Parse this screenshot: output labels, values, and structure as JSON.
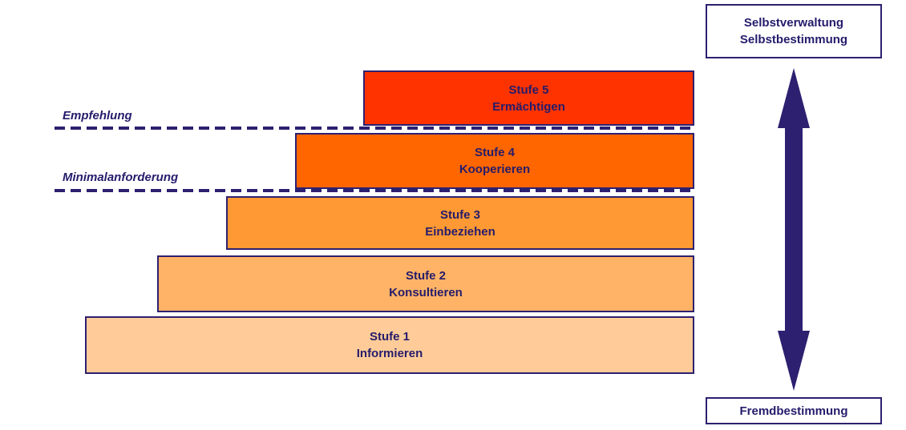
{
  "colors": {
    "navy": "#2D2070",
    "background": "#FFFFFF"
  },
  "steps": [
    {
      "title": "Stufe 5",
      "subtitle": "Ermächtigen",
      "color": "#FF3300"
    },
    {
      "title": "Stufe 4",
      "subtitle": "Kooperieren",
      "color": "#FF6600"
    },
    {
      "title": "Stufe 3",
      "subtitle": "Einbeziehen",
      "color": "#FF9933"
    },
    {
      "title": "Stufe 2",
      "subtitle": "Konsultieren",
      "color": "#FFB366"
    },
    {
      "title": "Stufe 1",
      "subtitle": "Informieren",
      "color": "#FFCC99"
    }
  ],
  "thresholds": [
    {
      "label": "Empfehlung"
    },
    {
      "label": "Minimalanforderung"
    }
  ],
  "right_panel": {
    "top_box_line1": "Selbstverwaltung",
    "top_box_line2": "Selbstbestimmung",
    "bottom_box": "Fremdbestimmung",
    "arrow_icon": "double-headed-vertical-arrow"
  }
}
